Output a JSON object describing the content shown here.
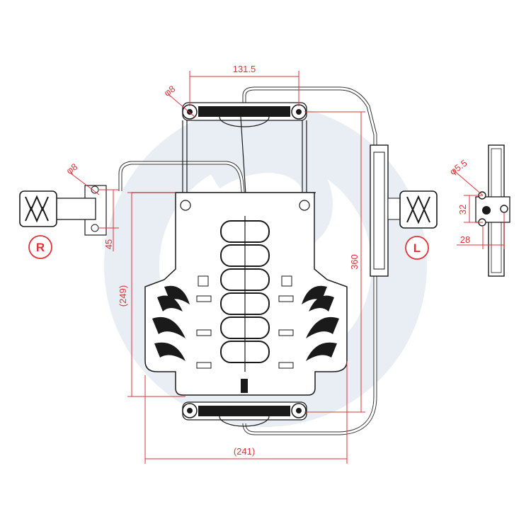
{
  "colors": {
    "dimension": "#e0333a",
    "outline": "#1a1a1a",
    "watermark": "#e8edf3"
  },
  "dimensions": {
    "top_width": "131.5",
    "hole_top": "φ8",
    "hole_left": "φ8",
    "hole_right": "φ5.5",
    "left_vertical": "45",
    "inner_height": "(249)",
    "total_height": "360",
    "bottom_width": "(241)",
    "bracket_height": "32",
    "bracket_width": "28"
  },
  "labels": {
    "right_side": "R",
    "left_side": "L"
  }
}
